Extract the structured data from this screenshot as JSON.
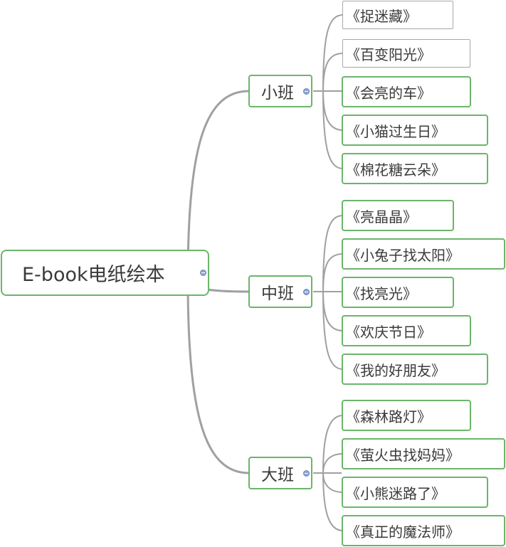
{
  "root": {
    "label": "E-book电纸绘本"
  },
  "groups": [
    {
      "label": "小班",
      "books": [
        "《捉迷藏》",
        "《百变阳光》",
        "《会亮的车》",
        "《小猫过生日》",
        "《棉花糖云朵》"
      ]
    },
    {
      "label": "中班",
      "books": [
        "《亮晶晶》",
        "《小兔子找太阳》",
        "《找亮光》",
        "《欢庆节日》",
        "《我的好朋友》"
      ]
    },
    {
      "label": "大班",
      "books": [
        "《森林路灯》",
        "《萤火虫找妈妈》",
        "《小熊迷路了》",
        "《真正的魔法师》"
      ]
    }
  ],
  "colors": {
    "line": "#a0a0a0",
    "border": "#6bb56b",
    "collapse": "#8fa6d4"
  }
}
